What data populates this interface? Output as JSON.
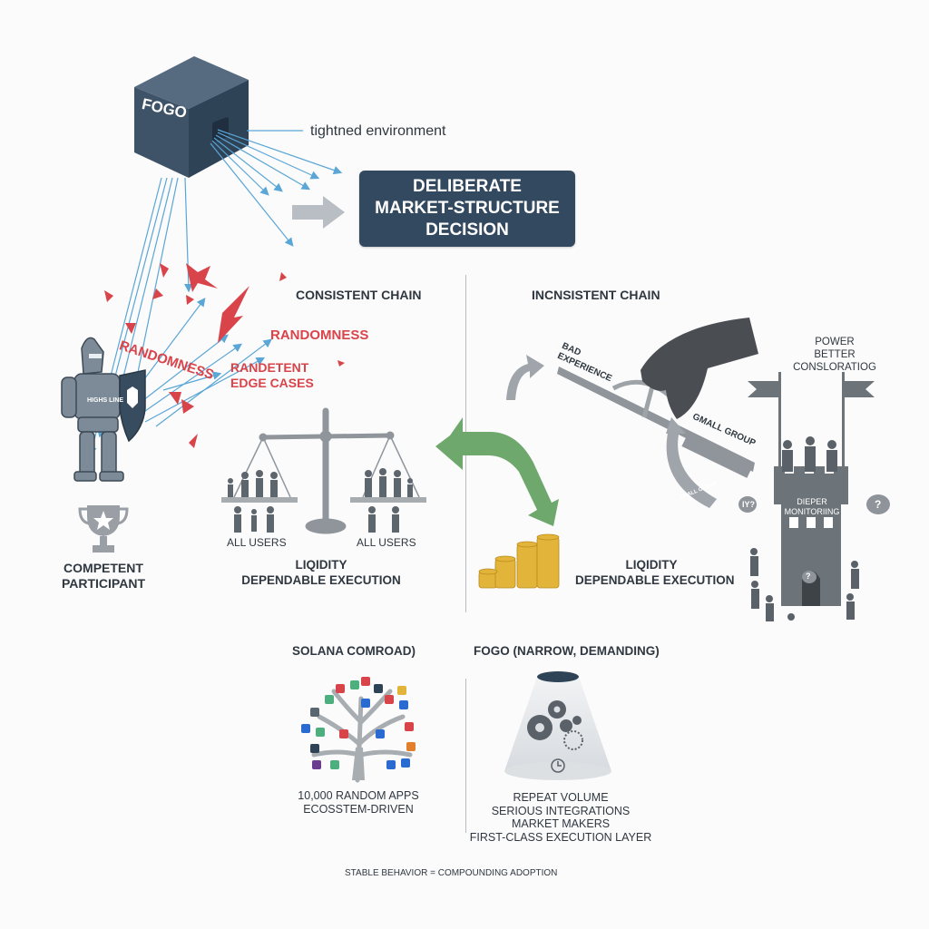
{
  "top": {
    "cube_label": "FOGO",
    "environment_label": "tightned environment",
    "decision_lines": [
      "DELIBERATE",
      "MARKET-STRUCTURE",
      "DECISION"
    ]
  },
  "left": {
    "knight_chest_text": "HIGHS LINE",
    "randomness_curved": "RANDOMNESS",
    "randomness_right": "RANDOMNESS",
    "edge_cases_lines": [
      "RANDETENT",
      "EDGE CASES"
    ],
    "trophy_label_lines": [
      "COMPETENT",
      "PARTICIPANT"
    ]
  },
  "consistent": {
    "title": "CONSISTENT CHAIN",
    "left_pan_label": "ALL USERS",
    "right_pan_label": "ALL USERS",
    "outcome_lines": [
      "LIQIDITY",
      "DEPENDABLE EXECUTION"
    ]
  },
  "inconsistent": {
    "title": "INCNSISTENT CHAIN",
    "seesaw_left_lines": [
      "BAD",
      "EXPERIENCE"
    ],
    "seesaw_right": "GMALL GROUP",
    "curve_arrow_text": "SMALL GROUP",
    "outcome_lines": [
      "LIQIDITY",
      "DEPENDABLE EXECUTION"
    ],
    "power_lines": [
      "POWER",
      "BETTER",
      "CONSLORATIOG"
    ],
    "tower_text_lines": [
      "DIEPER",
      "MONITORIING"
    ],
    "bubbles": [
      "IY?",
      "?",
      "?"
    ]
  },
  "bottom": {
    "solana_title": "SOLANA COMROAD)",
    "solana_lines": [
      "10,000 RANDOM APPS",
      "ECOSSTEM-DRIVEN"
    ],
    "fogo_title": "FOGO (NARROW, DEMANDING)",
    "fogo_lines": [
      "REPEAT VOLUME",
      "SERIOUS INTEGRATIONS",
      "MARKET MAKERS",
      "FIRST-CLASS EXECUTION LAYER"
    ],
    "footer": "STABLE BEHAVIOR = COMPOUNDING ADOPTION"
  },
  "colors": {
    "navy": "#33495f",
    "accent_red": "#d9434a",
    "ray_blue": "#5aa6d6",
    "green_arrow": "#6fa86c",
    "gray": "#8a9097",
    "gold": "#e2b53a"
  }
}
